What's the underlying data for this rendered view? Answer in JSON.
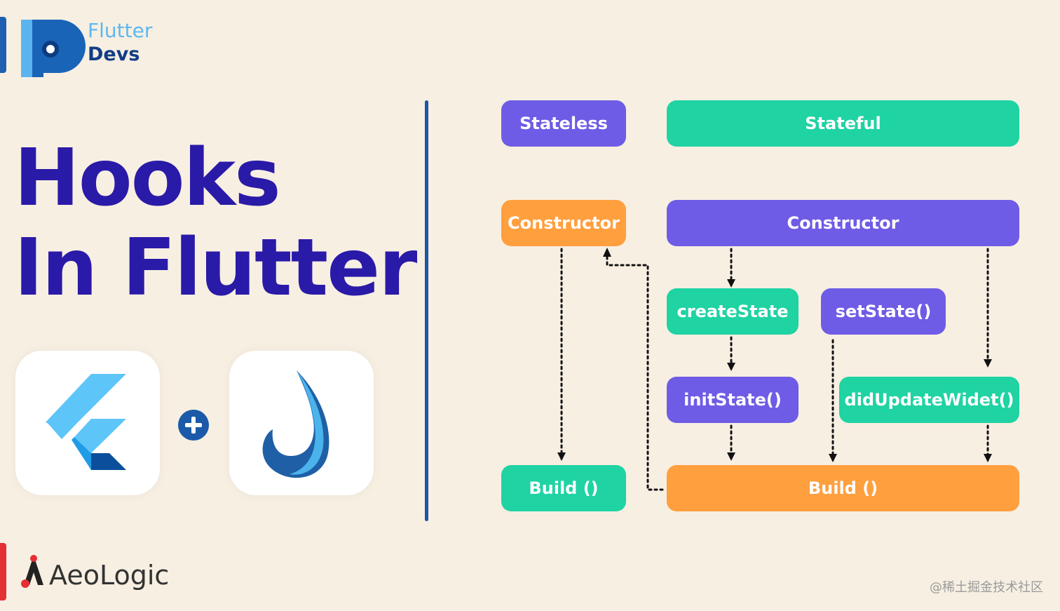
{
  "brand": {
    "line1": "Flutter",
    "line2": "Devs"
  },
  "headline": {
    "line1": "Hooks",
    "line2": "In Flutter"
  },
  "plus_icon": "plus-icon",
  "company": {
    "name": "AeoLogic"
  },
  "diagram": {
    "stateless": "Stateless",
    "stateful": "Stateful",
    "stateless_constructor": "Constructor",
    "stateful_constructor": "Constructor",
    "create_state": "createState",
    "set_state": "setState()",
    "init_state": "initState()",
    "did_update": "didUpdateWidet()",
    "stateless_build": "Build ()",
    "stateful_build": "Build ()"
  },
  "colors": {
    "purple": "#6e5ce6",
    "green": "#1fd3a3",
    "orange": "#ff9f3e",
    "headline": "#2a1aa8"
  },
  "watermark": "@稀土掘金技术社区"
}
